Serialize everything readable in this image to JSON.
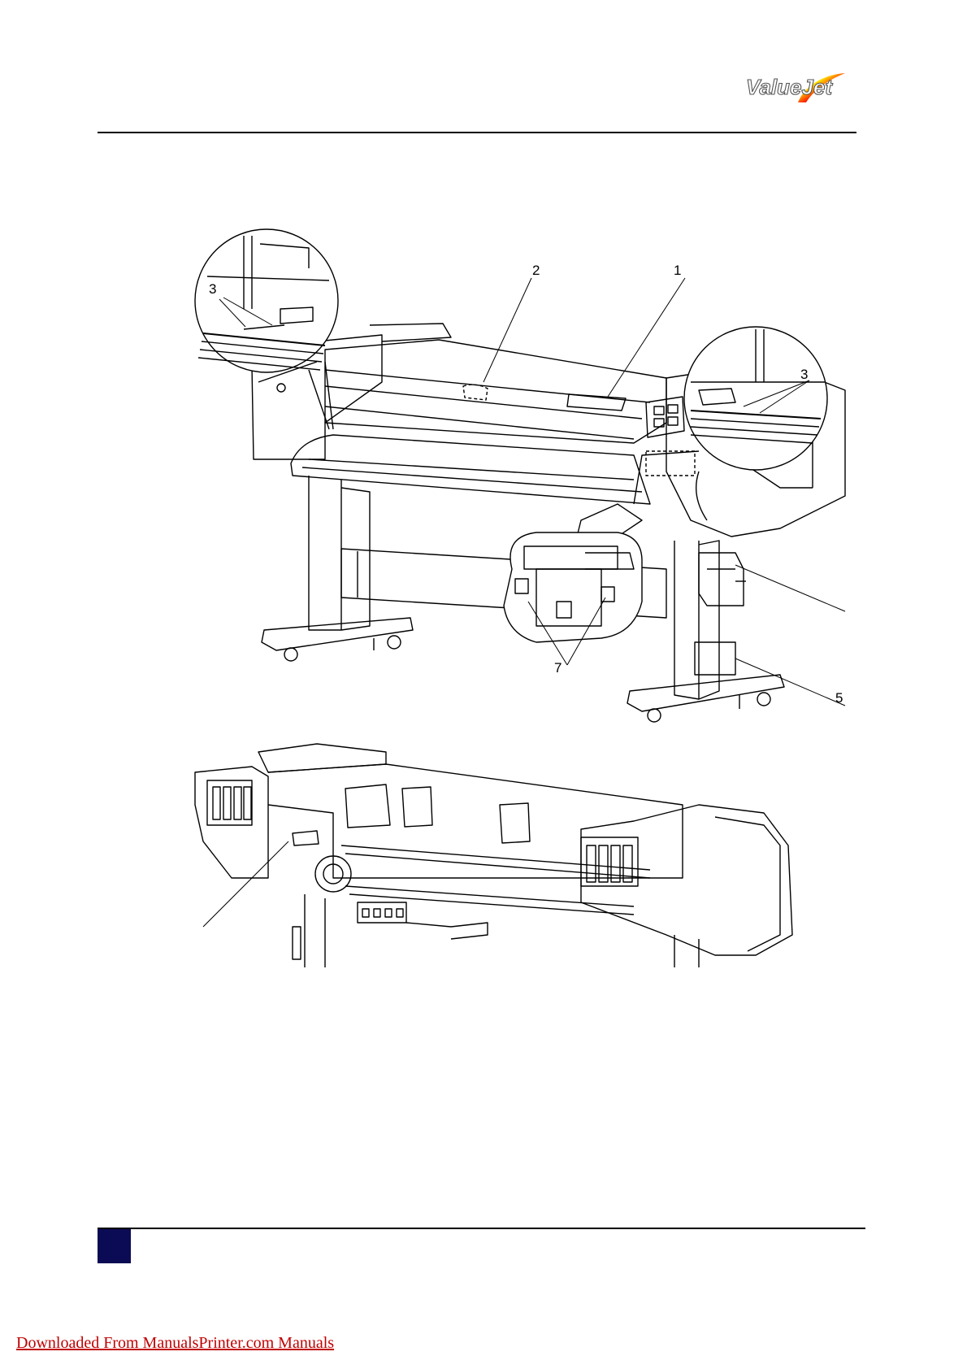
{
  "header": {
    "brand_logo_text": "ValueJet",
    "brand_colors": [
      "#00a651",
      "#ffe600",
      "#ff0000",
      "#0000ff",
      "#8b00ff"
    ]
  },
  "figure": {
    "callouts": {
      "c1": "1",
      "c2": "2",
      "c3_left": "3",
      "c3_right": "3",
      "c5": "5",
      "c7": "7"
    }
  },
  "footer": {
    "page_tab_color": "#0b0b55",
    "download_link": "Downloaded From ManualsPrinter.com Manuals"
  }
}
